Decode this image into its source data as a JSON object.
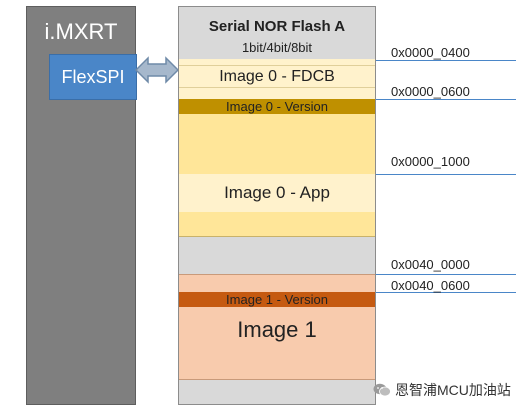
{
  "mcu": {
    "title": "i.MXRT",
    "controller": "FlexSPI"
  },
  "flash": {
    "title": "Serial NOR Flash A",
    "subtitle": "1bit/4bit/8bit",
    "regions": {
      "fdcb": "Image 0 - FDCB",
      "version0": "Image 0 - Version",
      "app0": "Image 0 - App",
      "version1": "Image 1 - Version",
      "image1": "Image 1"
    }
  },
  "addresses": [
    "0x0000_0400",
    "0x0000_0600",
    "0x0000_1000",
    "0x0040_0000",
    "0x0040_0600"
  ],
  "watermark": "恩智浦MCU加油站",
  "colors": {
    "mcu": "#7f7f7f",
    "flexspi": "#4a86c8",
    "image0": "#fff2cc",
    "image0_version": "#bf9000",
    "image1": "#f8cbad",
    "image1_version": "#c55a11"
  }
}
